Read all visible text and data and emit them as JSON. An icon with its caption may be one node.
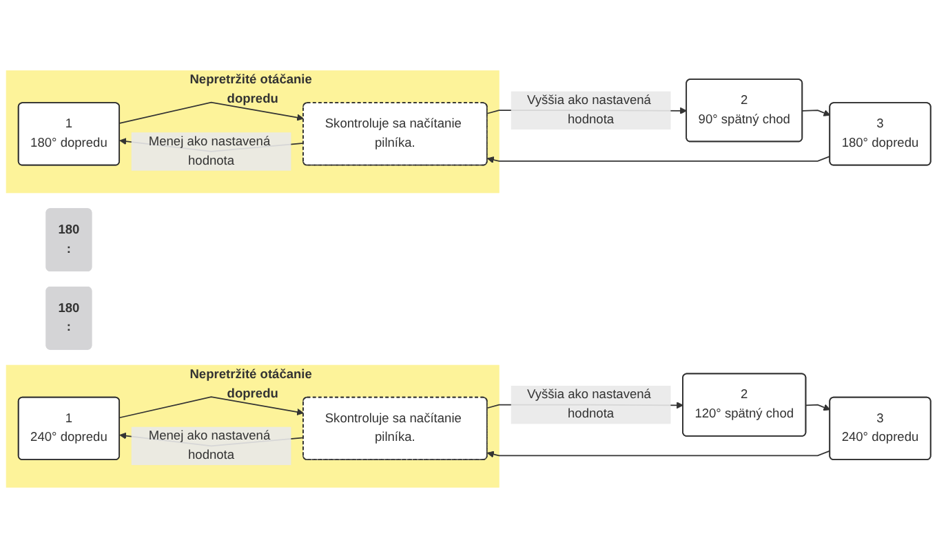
{
  "diagram": {
    "nodes": [
      {
        "text": [
          "180",
          ":"
        ]
      },
      {
        "text": [
          "Nepretržité otáčanie dopredu"
        ]
      },
      {
        "text": [
          "1",
          "180° dopredu"
        ],
        "in": 1
      },
      {
        "text": [
          "Skontroluje sa načítanie pilníka."
        ],
        "in": 1
      },
      {
        "text": [
          "2",
          "90° spätný chod"
        ]
      },
      {
        "text": [
          "3",
          "180° dopredu"
        ]
      },
      {
        "text": [
          "180",
          ":"
        ]
      },
      {
        "text": [
          "Nepretržité otáčanie dopredu"
        ]
      },
      {
        "text": [
          "1",
          "240° dopredu"
        ],
        "in": 7
      },
      {
        "text": [
          "Skontroluje sa načítanie pilníka."
        ],
        "in": 7
      },
      {
        "text": [
          "2",
          "120° spätný chod"
        ]
      },
      {
        "text": [
          "3",
          "240° dopredu"
        ]
      }
    ],
    "edges": [
      {
        "from": 2,
        "to": 3,
        "arrow": "to"
      },
      {
        "from": 3,
        "to": 2,
        "arrow": "to",
        "label": "Menej ako nastavená hodnota"
      },
      {
        "from": 3,
        "to": 4,
        "arrow": "to",
        "label": "Vyššia ako nastavená hodnota"
      },
      {
        "from": 4,
        "to": 5,
        "arrow": "to"
      },
      {
        "from": 5,
        "to": 3,
        "arrow": "to"
      },
      {
        "from": 8,
        "to": 9,
        "arrow": "to"
      },
      {
        "from": 9,
        "to": 8,
        "arrow": "to",
        "label": "Menej ako nastavená hodnota"
      },
      {
        "from": 9,
        "to": 10,
        "arrow": "to",
        "label": "Vyššia ako nastavená hodnota"
      },
      {
        "from": 10,
        "to": 11,
        "arrow": "to"
      },
      {
        "from": 11,
        "to": 9,
        "arrow": "to"
      }
    ]
  }
}
